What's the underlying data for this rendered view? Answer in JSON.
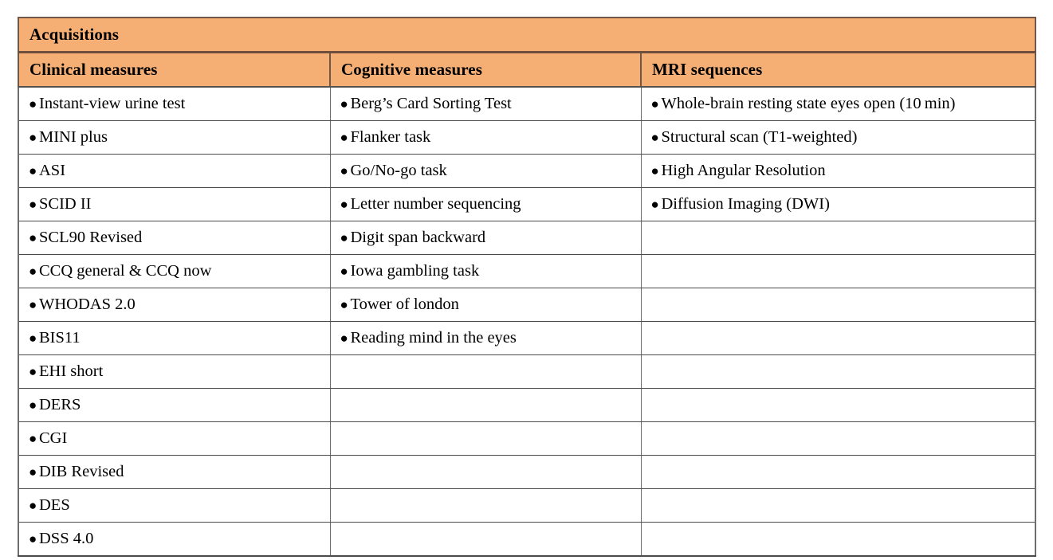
{
  "table": {
    "title": "Acquisitions",
    "bullet_glyph": "●",
    "accent_header_color": "#f5ae74",
    "border_color": "#4a4a4a",
    "columns": [
      {
        "header": "Clinical measures",
        "items": [
          "Instant-view urine test",
          "MINI plus",
          "ASI",
          "SCID II",
          "SCL90 Revised",
          "CCQ general & CCQ now",
          "WHODAS 2.0",
          "BIS11",
          "EHI short",
          "DERS",
          "CGI",
          "DIB Revised",
          "DES",
          "DSS 4.0"
        ]
      },
      {
        "header": "Cognitive measures",
        "items": [
          "Berg’s Card Sorting Test",
          "Flanker task",
          "Go/No-go task",
          "Letter number sequencing",
          "Digit span backward",
          "Iowa gambling task",
          "Tower of london",
          "Reading mind in the eyes"
        ]
      },
      {
        "header": "MRI sequences",
        "items": [
          "Whole-brain resting state eyes open (10 min)",
          "Structural scan (T1-weighted)",
          "High Angular Resolution",
          "Diffusion Imaging (DWI)"
        ]
      }
    ],
    "row_count": 14
  }
}
